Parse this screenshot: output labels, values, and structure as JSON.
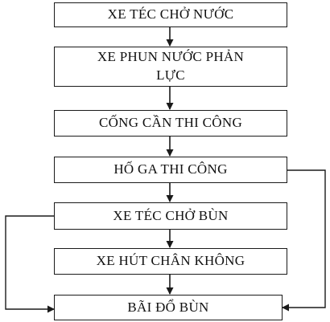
{
  "diagram": {
    "nodes": [
      {
        "id": "n1",
        "label": "XE TÉC CHỞ NƯỚC"
      },
      {
        "id": "n2",
        "label": "XE PHUN NƯỚC PHẢN LỰC"
      },
      {
        "id": "n3",
        "label": "CỐNG CẦN THI CÔNG"
      },
      {
        "id": "n4",
        "label": "HỐ GA THI CÔNG"
      },
      {
        "id": "n5",
        "label": "XE TÉC CHỞ BÙN"
      },
      {
        "id": "n6",
        "label": "XE HÚT CHÂN KHÔNG"
      },
      {
        "id": "n7",
        "label": "BÃI ĐỔ BÙN"
      }
    ],
    "edges": [
      {
        "from": "n1",
        "to": "n2"
      },
      {
        "from": "n2",
        "to": "n3"
      },
      {
        "from": "n3",
        "to": "n4"
      },
      {
        "from": "n4",
        "to": "n5"
      },
      {
        "from": "n5",
        "to": "n6"
      },
      {
        "from": "n6",
        "to": "n7"
      },
      {
        "from": "n4",
        "to": "n7",
        "route": "right"
      },
      {
        "from": "n5",
        "to": "n7",
        "route": "left"
      }
    ],
    "line_color": "#1a1a1a"
  }
}
